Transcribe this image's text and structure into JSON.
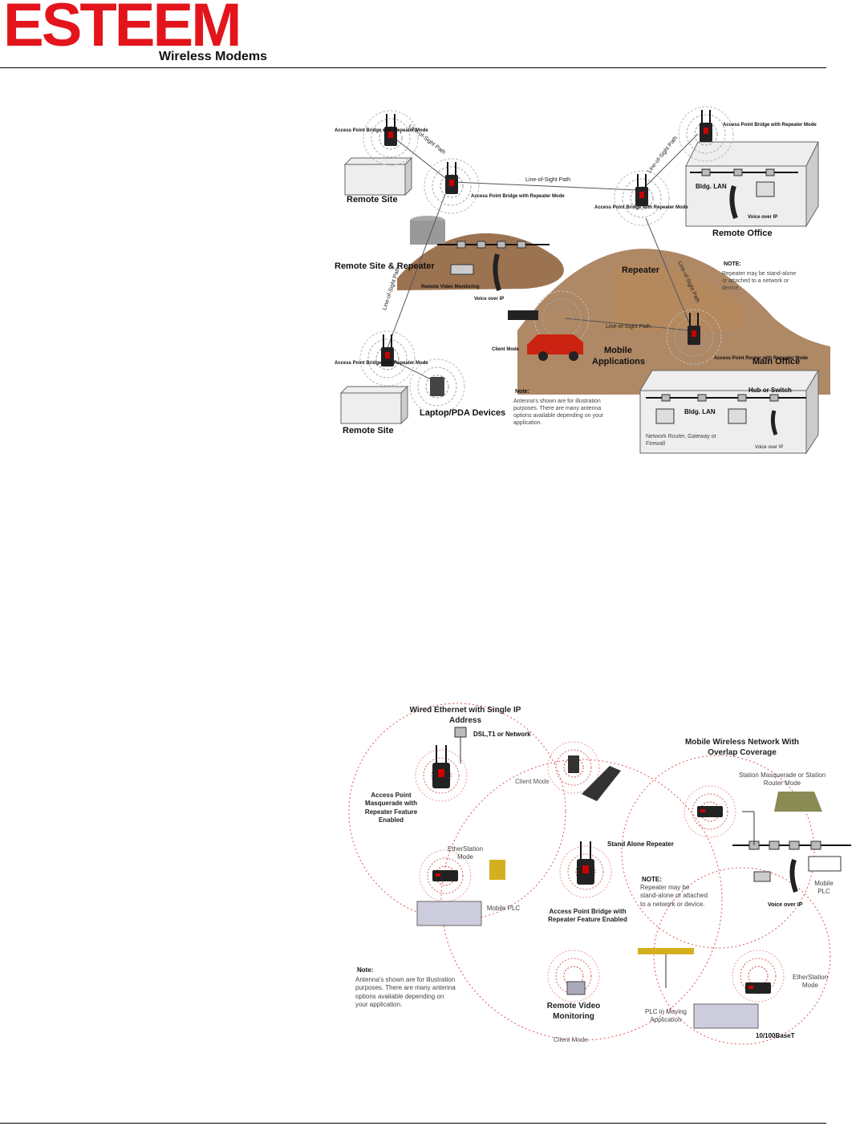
{
  "header": {
    "logo_text": "ESTEEM",
    "logo_subtitle": "Wireless Modems"
  },
  "colors": {
    "brand_red": "#e3141b",
    "hill_brown": "#8b5a32",
    "rule": "#000000"
  },
  "diagram1": {
    "labels": {
      "ap_top_left": "Access Point Bridge with Repeater Mode",
      "los_1": "Line-of-Sight Path",
      "remote_site_1": "Remote Site",
      "ap_mid_left": "Access Point Bridge with Repeater Mode",
      "los_2": "Line-of-Sight Path",
      "ap_repeater": "Access Point Bridge with Repeater Mode",
      "los_3": "Line-of-Sight Path",
      "ap_top_right": "Access Point Bridge with Repeater Mode",
      "bldg_lan_1": "Bldg. LAN",
      "voice_ip_1": "Voice over IP",
      "remote_office": "Remote Office",
      "remote_site_repeater": "Remote Site & Repeater",
      "remote_video": "Remote Video Monitoring",
      "voice_ip_2": "Voice over IP",
      "repeater": "Repeater",
      "note_title": "NOTE:",
      "note_text": "Repeater may be stand-alone or attached to a network or device.",
      "los_4": "Line-of-Sight Path",
      "los_5": "Line-of-Sight Path",
      "client_mode": "Client Mode",
      "mobile_apps": "Mobile Applications",
      "los_6": "Line-of-Sight Path",
      "ap_bottom_left": "Access Point Bridge with Repeater Mode",
      "laptop_pda": "Laptop/PDA Devices",
      "remote_site_2": "Remote Site",
      "note2_title": "Note:",
      "note2_text": "Antenna's shown are for illustration purposes. There are many antenna options available depending on your application.",
      "ap_router": "Access Point Router with Repeater Mode",
      "main_office": "Main Office",
      "hub_switch": "Hub or Switch",
      "bldg_lan_2": "Bldg. LAN",
      "network_router": "Network Router, Gateway or Firewall",
      "voice_ip_3": "Voice over IP"
    }
  },
  "diagram2": {
    "labels": {
      "wired_ethernet": "Wired Ethernet with Single IP Address",
      "dsl": "DSL,T1 or Network",
      "client_mode": "Client Mode",
      "mobile_network": "Mobile Wireless Network With Overlap Coverage",
      "ap_masquerade": "Access Point Masquerade with Repeater Feature Enabled",
      "station_masquerade": "Station Masquerade or Station Router Mode",
      "etherstation_1": "EtherStation Mode",
      "stand_alone": "Stand Alone Repeater",
      "mobile_plc_1": "Mobile PLC",
      "note_title": "NOTE:",
      "note_text": "Repeater may be stand-alone or attached to a network or device.",
      "ap_bridge": "Access Point Bridge with Repeater Feature Enabled",
      "voice_ip": "Voice over IP",
      "mobile_plc_2": "Mobile PLC",
      "note2_title": "Note:",
      "note2_text": "Antenna's shown are for illustration purposes. There are many antenna options available depending on your application.",
      "remote_video": "Remote Video Monitoring",
      "client_mode_2": "Client Mode",
      "plc_moving": "PLC in Moving Application",
      "etherstation_2": "EtherStation Mode",
      "base_t": "10/100BaseT"
    }
  }
}
